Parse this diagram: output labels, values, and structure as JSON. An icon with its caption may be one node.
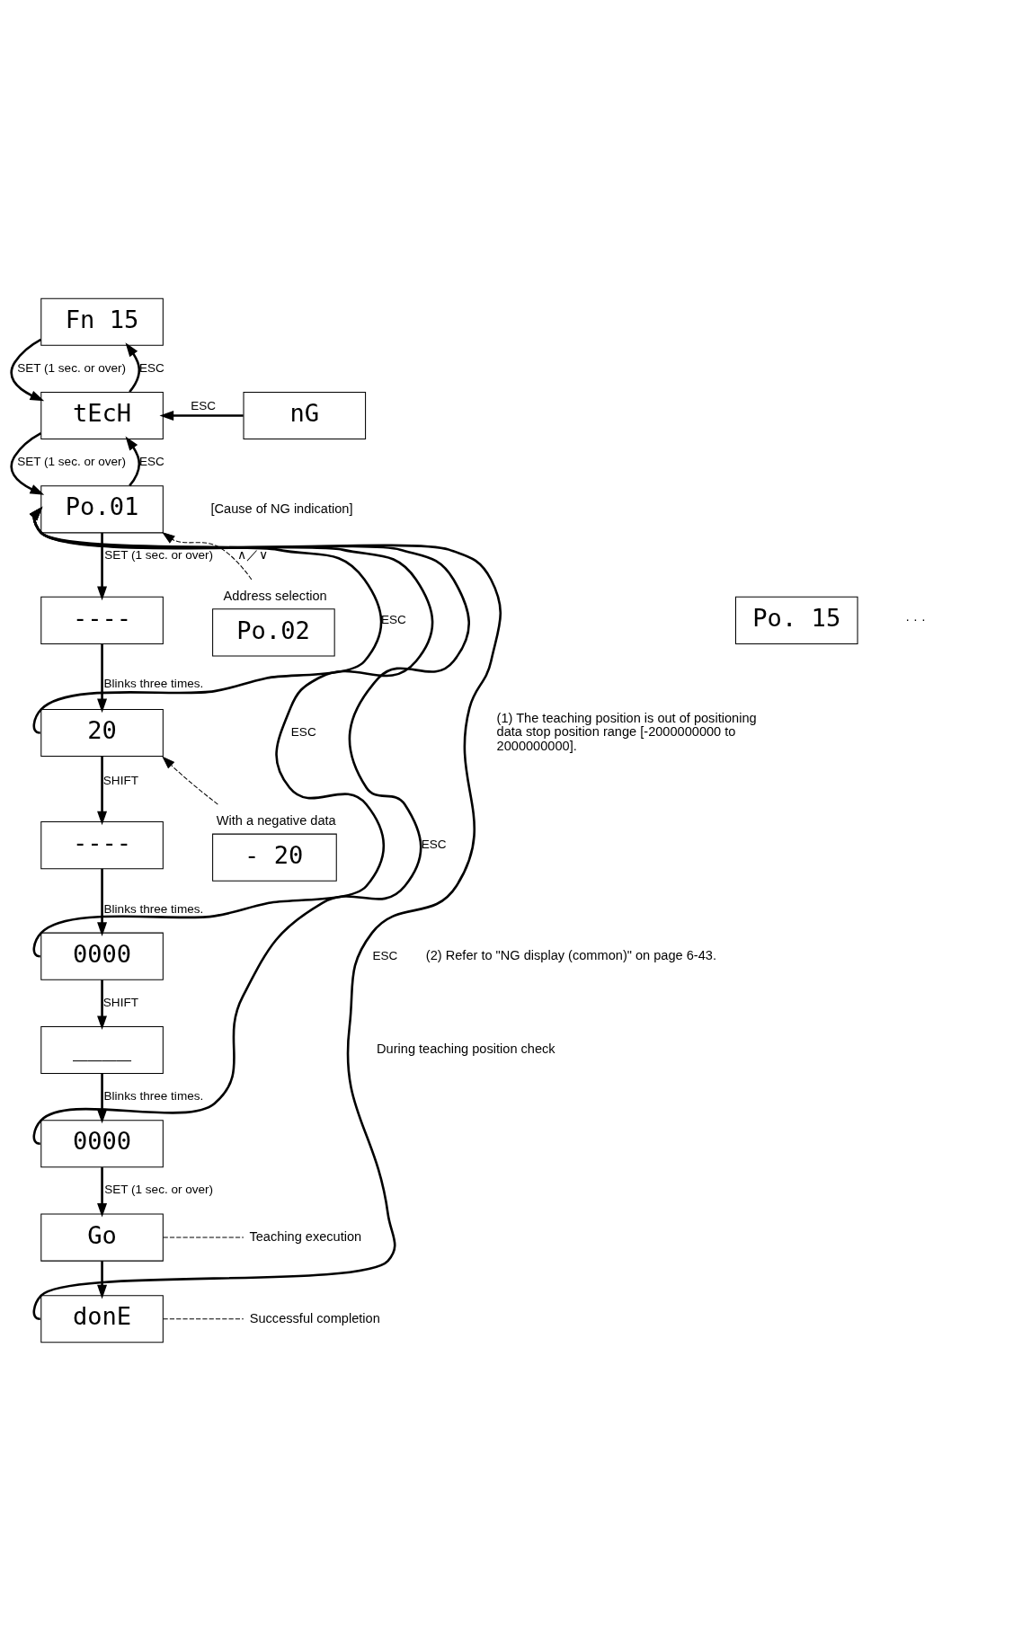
{
  "diagram": {
    "nodes": [
      {
        "text": [
          "Fn 15"
        ]
      },
      {
        "text": [
          "tEcH"
        ]
      },
      {
        "text": [
          "nG"
        ]
      },
      {
        "text": [
          "Po.01"
        ]
      },
      {
        "text": [
          "Po.02"
        ],
        "beside": [
          "Address selection"
        ]
      },
      {
        "text": [
          "Po. 15"
        ]
      },
      {
        "text": [
          "----"
        ]
      },
      {
        "text": [
          "20"
        ]
      },
      {
        "text": [
          "- 20"
        ],
        "beside": [
          "With a negative data"
        ]
      },
      {
        "text": [
          "----"
        ]
      },
      {
        "text": [
          "0000"
        ]
      },
      {
        "text": [
          "____"
        ]
      },
      {
        "text": [
          "0000"
        ]
      },
      {
        "text": [
          "Go"
        ]
      },
      {
        "text": [
          "donE"
        ]
      },
      {
        "text": [
          "Teaching execution"
        ]
      },
      {
        "text": [
          "Successful completion"
        ]
      }
    ],
    "edges": [
      {
        "from": 1,
        "to": 0,
        "arrow": "to",
        "label": "ESC"
      },
      {
        "from": 0,
        "to": 1,
        "arrow": "to",
        "label": "SET (1 sec. or over)"
      },
      {
        "from": 2,
        "to": 1,
        "arrow": "to",
        "label": "ESC"
      },
      {
        "from": 3,
        "to": 1,
        "arrow": "to",
        "label": "ESC"
      },
      {
        "from": 1,
        "to": 3,
        "arrow": "to",
        "label": "SET (1 sec. or over)"
      },
      {
        "from": 4,
        "to": 3,
        "arrow": "to",
        "label": "∧／∨",
        "style": "dashed"
      },
      {
        "from": 3,
        "to": 6,
        "arrow": "to",
        "label": "SET (1 sec. or over)"
      },
      {
        "from": 6,
        "to": 7,
        "arrow": "to",
        "label": "Blinks three times."
      },
      {
        "from": 7,
        "to": 3,
        "arrow": "to",
        "label": "ESC"
      },
      {
        "from": 8,
        "to": 7,
        "arrow": "to",
        "style": "dashed"
      },
      {
        "from": 7,
        "to": 9,
        "arrow": "to",
        "label": "SHIFT"
      },
      {
        "from": 9,
        "to": 10,
        "arrow": "to",
        "label": "Blinks three times."
      },
      {
        "from": 10,
        "to": 3,
        "arrow": "to",
        "label": "ESC"
      },
      {
        "from": 10,
        "to": 11,
        "arrow": "to",
        "label": "SHIFT"
      },
      {
        "from": 11,
        "to": 12,
        "arrow": "to",
        "label": "Blinks three times."
      },
      {
        "from": 12,
        "to": 3,
        "arrow": "to",
        "label": "ESC"
      },
      {
        "from": 12,
        "to": 13,
        "arrow": "to",
        "label": "SET (1 sec. or over)"
      },
      {
        "from": 13,
        "to": 14,
        "arrow": "to"
      },
      {
        "from": 14,
        "to": 3,
        "arrow": "to",
        "label": "ESC"
      },
      {
        "from": 13,
        "to": 15,
        "arrow": "none",
        "style": "dashed"
      },
      {
        "from": 14,
        "to": 16,
        "arrow": "none",
        "style": "dashed"
      }
    ],
    "labels": [
      "[Cause of NG indication]",
      "(1) The teaching position is out of positioning data stop position range [-2000000000 to 2000000000].",
      "(2) Refer to \"NG display (common)\" on page 6-43.",
      "· · ·",
      "During teaching position check"
    ]
  }
}
